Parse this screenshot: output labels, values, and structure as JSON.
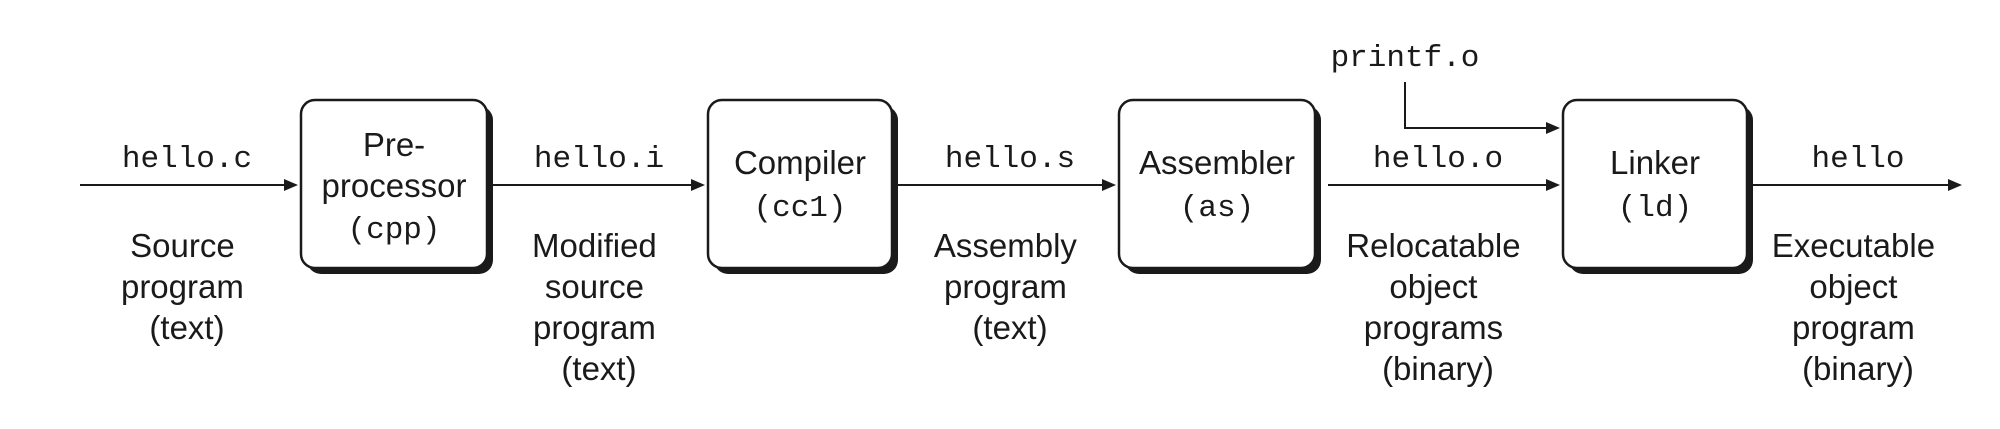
{
  "stages": [
    {
      "id": "preprocessor",
      "label_lines": [
        "Pre-",
        "processor"
      ],
      "tool": "(cpp)"
    },
    {
      "id": "compiler",
      "label_lines": [
        "Compiler"
      ],
      "tool": "(cc1)"
    },
    {
      "id": "assembler",
      "label_lines": [
        "Assembler"
      ],
      "tool": "(as)"
    },
    {
      "id": "linker",
      "label_lines": [
        "Linker"
      ],
      "tool": "(ld)"
    }
  ],
  "files": [
    {
      "id": "source",
      "name": "hello.c",
      "desc_lines": [
        "Source",
        "program",
        "(text)"
      ]
    },
    {
      "id": "modified",
      "name": "hello.i",
      "desc_lines": [
        "Modified",
        "source",
        "program",
        "(text)"
      ]
    },
    {
      "id": "assembly",
      "name": "hello.s",
      "desc_lines": [
        "Assembly",
        "program",
        "(text)"
      ]
    },
    {
      "id": "relocatable",
      "name": "hello.o",
      "desc_lines": [
        "Relocatable",
        "object",
        "programs",
        "(binary)"
      ]
    },
    {
      "id": "executable",
      "name": "hello",
      "desc_lines": [
        "Executable",
        "object",
        "program",
        "(binary)"
      ]
    }
  ],
  "extra_input": {
    "name": "printf.o",
    "target": "linker"
  }
}
